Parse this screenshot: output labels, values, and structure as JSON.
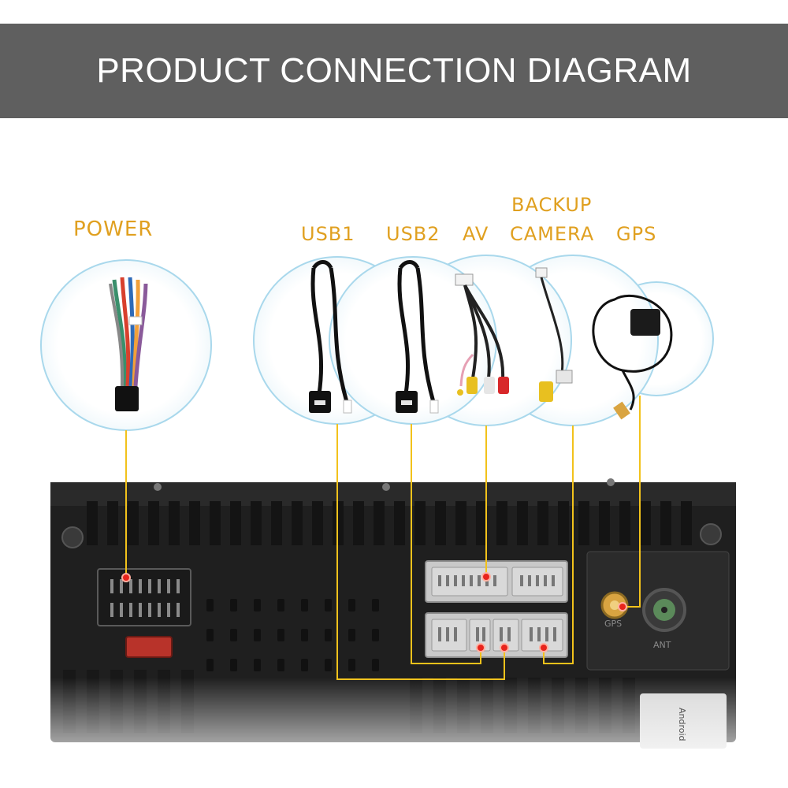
{
  "title": "PRODUCT CONNECTION DIAGRAM",
  "labels": {
    "power": "POWER",
    "usb1": "USB1",
    "usb2": "USB2",
    "av": "AV",
    "backup_line1": "BACKUP",
    "backup_line2": "CAMERA",
    "gps": "GPS"
  },
  "port_labels": {
    "gps": "GPS",
    "ant": "ANT"
  },
  "unit_text": "Android",
  "colors": {
    "banner": "#5f5f5f",
    "label": "#e0a020",
    "connector_line": "#f2c21b",
    "bubble_border": "#a9d8ec",
    "dot": "#e8241c"
  }
}
